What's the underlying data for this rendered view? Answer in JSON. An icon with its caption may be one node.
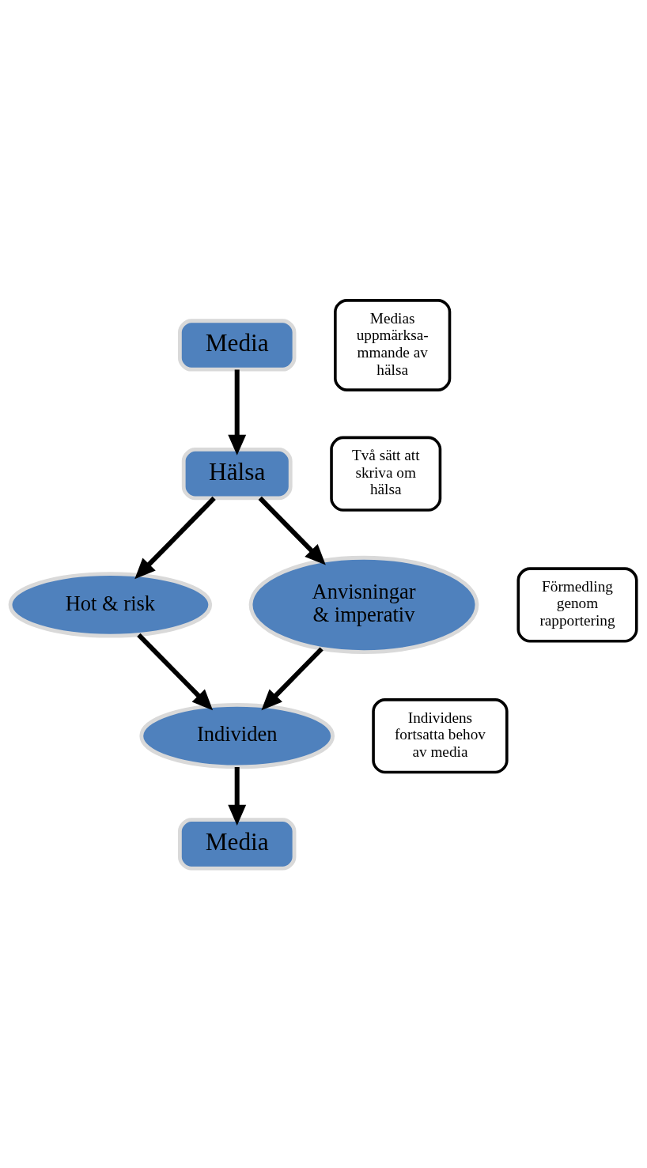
{
  "diagram": {
    "nodes": [
      {
        "text": [
          "Media"
        ]
      },
      {
        "text": [
          "Medias uppmärksa- mmande av hälsa"
        ]
      },
      {
        "text": [
          "Hälsa"
        ]
      },
      {
        "text": [
          "Två sätt att skriva om hälsa"
        ]
      },
      {
        "text": [
          "Hot & risk"
        ]
      },
      {
        "text": [
          "Anvisningar & imperativ"
        ]
      },
      {
        "text": [
          "Förmedling genom rapportering"
        ]
      },
      {
        "text": [
          "Individen"
        ]
      },
      {
        "text": [
          "Individens fortsatta behov av media"
        ]
      },
      {
        "text": [
          "Media"
        ]
      }
    ],
    "edges": [
      {
        "from": 0,
        "to": 2,
        "arrow": "to"
      },
      {
        "from": 2,
        "to": 4,
        "arrow": "to"
      },
      {
        "from": 2,
        "to": 5,
        "arrow": "to"
      },
      {
        "from": 4,
        "to": 7,
        "arrow": "to"
      },
      {
        "from": 5,
        "to": 7,
        "arrow": "to"
      },
      {
        "from": 7,
        "to": 9,
        "arrow": "to"
      }
    ]
  }
}
